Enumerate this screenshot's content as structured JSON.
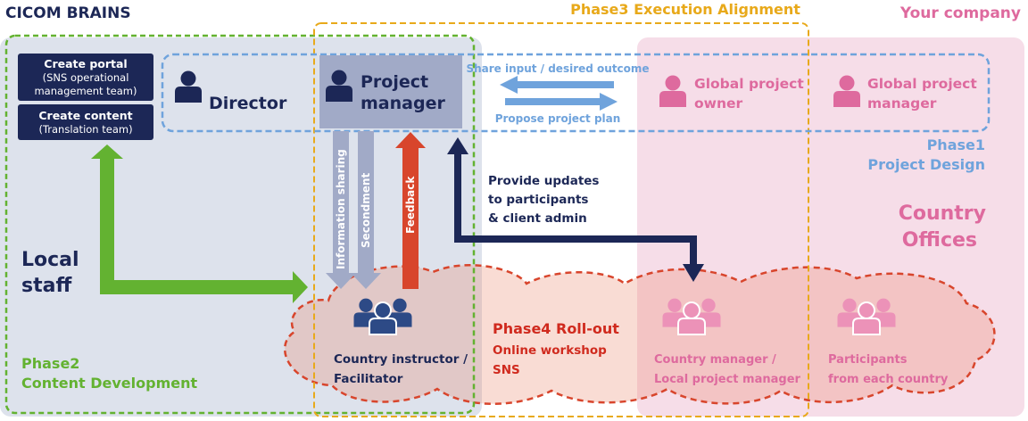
{
  "org_left": "CICOM BRAINS",
  "org_right": "Your company",
  "phases": {
    "phase1_line1": "Phase1",
    "phase1_line2": "Project Design",
    "phase2_line1": "Phase2",
    "phase2_line2": "Content Development",
    "phase3": "Phase3 Execution Alignment",
    "phase4_title": "Phase4 Roll-out",
    "phase4_line1": "Online workshop",
    "phase4_line2": "SNS"
  },
  "teams": {
    "portal_line1": "Create portal",
    "portal_line2": "(SNS operational",
    "portal_line3": "management team)",
    "content_line1": "Create content",
    "content_line2": "(Translation team)"
  },
  "roles": {
    "director": "Director",
    "pm_line1": "Project",
    "pm_line2": "manager",
    "gpo_line1": "Global project",
    "gpo_line2": "owner",
    "gpm_line1": "Global project",
    "gpm_line2": "manager",
    "local_line1": "Local",
    "local_line2": "staff",
    "offices_line1": "Country",
    "offices_line2": "Offices",
    "instructor_line1": "Country instructor /",
    "instructor_line2": "Facilitator",
    "cm_line1": "Country manager /",
    "cm_line2": "Local project manager",
    "part_line1": "Participants",
    "part_line2": "from each country"
  },
  "flows": {
    "share_input": "Share input / desired outcome",
    "propose_plan": "Propose project plan",
    "info_sharing": "Information sharing",
    "secondment": "Secondment",
    "feedback": "Feedback",
    "updates_line1": "Provide updates",
    "updates_line2": "to participants",
    "updates_line3": "& client admin"
  },
  "colors": {
    "navy": "#1c2756",
    "green": "#63b231",
    "blue": "#6fa3dc",
    "pink": "#de6a9e",
    "orange": "#e8a91a",
    "red": "#d8452c",
    "grey_blue": "#a1aac7"
  }
}
